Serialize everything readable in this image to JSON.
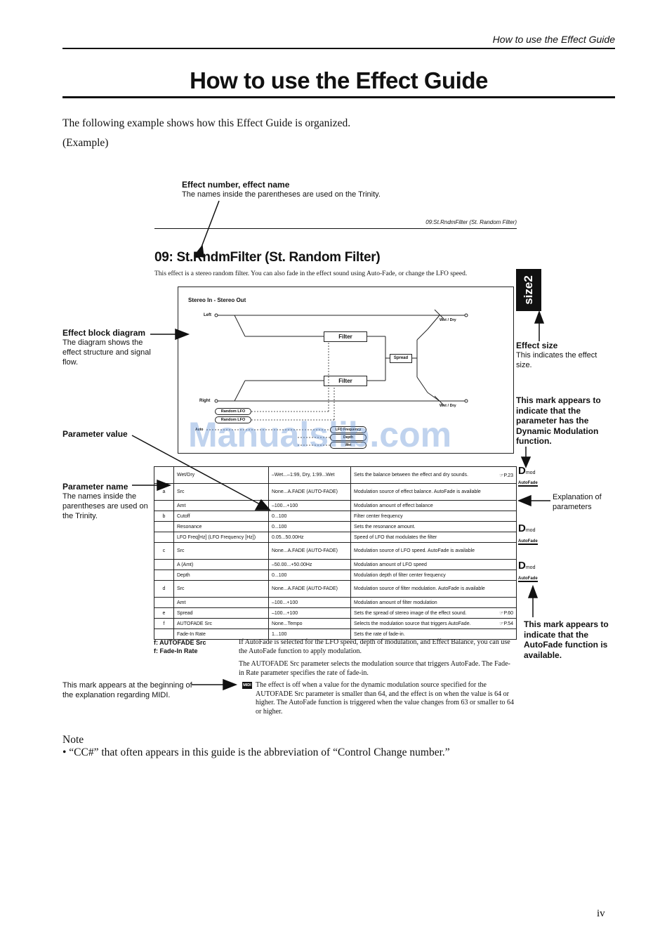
{
  "header": {
    "running_title": "How to use the Effect Guide",
    "page_title": "How to use the Effect Guide"
  },
  "intro": {
    "text": "The following example shows how this Effect Guide is organized.",
    "example_label": "(Example)"
  },
  "callouts": {
    "effect_name": {
      "title": "Effect number, effect name",
      "text": "The names inside the parentheses are used on the Trinity."
    },
    "block_diagram": {
      "title": "Effect block diagram",
      "lines": [
        "The diagram shows the",
        "effect structure and signal",
        "flow."
      ]
    },
    "parameter_value": {
      "title": "Parameter value"
    },
    "parameter_name": {
      "title": "Parameter name",
      "lines": [
        "The names inside the",
        "parentheses are used on",
        "the Trinity."
      ]
    },
    "effect_size": {
      "title": "Effect size",
      "lines": [
        "This indicates the effect",
        "size."
      ]
    },
    "dmod": {
      "lines": [
        "This mark appears to",
        "indicate that the",
        "parameter has the",
        "Dynamic Modulation",
        "function."
      ]
    },
    "explanation": {
      "lines": [
        "Explanation of",
        "parameters"
      ]
    },
    "autofade": {
      "lines": [
        "This mark appears to",
        "indicate that the",
        "AutoFade function is",
        "available."
      ]
    },
    "midi": {
      "lines": [
        "This mark appears at the beginning of",
        "the explanation regarding MIDI."
      ]
    }
  },
  "example": {
    "mini_header": "09:St.RndmFilter (St. Random Filter)",
    "effect_title": "09: St.RndmFilter (St. Random Filter)",
    "effect_desc": "This effect is a stereo random filter. You can also fade in the effect sound using Auto-Fade, or change the LFO speed.",
    "size_badge": "size2",
    "diagram": {
      "io_label": "Stereo In - Stereo Out",
      "left": "Left",
      "right": "Right",
      "filter": "Filter",
      "spread": "Spread",
      "wet_dry": "Wet / Dry",
      "random_lfo": "Random LFO",
      "auto": "Auto",
      "lfo_frequency": "LFO Frequency",
      "depth": "Depth",
      "wet": "Wet"
    },
    "table": {
      "rows": [
        {
          "group": "",
          "name": "Wet/Dry",
          "value": "–Wet...–1:99, Dry, 1:99...Wet",
          "explanation": "Sets the balance between the effect and dry sounds.",
          "ref": "☞P.23"
        },
        {
          "group": "a",
          "name": "Src",
          "value": "None...A.FADE (AUTO-FADE)",
          "explanation": "Modulation source of effect balance. AutoFade is available",
          "ref": ""
        },
        {
          "group": "",
          "name": "Amt",
          "value": "–100...+100",
          "explanation": "Modulation amount of effect balance",
          "ref": ""
        },
        {
          "group": "b",
          "name": "Cutoff",
          "value": "0...100",
          "explanation": "Filter center frequency",
          "ref": ""
        },
        {
          "group": "",
          "name": "Resonance",
          "value": "0...100",
          "explanation": "Sets the resonance amount.",
          "ref": ""
        },
        {
          "group": "",
          "name": "LFO Freq[Hz] (LFO Frequency [Hz])",
          "value": "0.05...50.00Hz",
          "explanation": "Speed of LFO that modulates the filter",
          "ref": ""
        },
        {
          "group": "c",
          "name": "Src",
          "value": "None...A.FADE (AUTO-FADE)",
          "explanation": "Modulation source of LFO speed. AutoFade is available",
          "ref": ""
        },
        {
          "group": "",
          "name": "A (Amt)",
          "value": "–50.00...+50.00Hz",
          "explanation": "Modulation amount of LFO speed",
          "ref": ""
        },
        {
          "group": "",
          "name": "Depth",
          "value": "0...100",
          "explanation": "Modulation depth of filter center frequency",
          "ref": ""
        },
        {
          "group": "d",
          "name": "Src",
          "value": "None...A.FADE (AUTO-FADE)",
          "explanation": "Modulation source of filter modulation. AutoFade is available",
          "ref": ""
        },
        {
          "group": "",
          "name": "Amt",
          "value": "–100...+100",
          "explanation": "Modulation amount of filter modulation",
          "ref": ""
        },
        {
          "group": "e",
          "name": "Spread",
          "value": "–100...+100",
          "explanation": "Sets the spread of stereo image of the effect sound.",
          "ref": "☞P.60"
        },
        {
          "group": "f",
          "name": "AUTOFADE Src",
          "value": "None...Tempo",
          "explanation": "Selects the modulation source that triggers AutoFade.",
          "ref": "☞P.54"
        },
        {
          "group": "",
          "name": "Fade-In Rate",
          "value": "1...100",
          "explanation": "Sets the rate of fade-in.",
          "ref": ""
        }
      ]
    },
    "f_labels": [
      "f: AUTOFADE Src",
      "f: Fade-In Rate"
    ],
    "autofade_paragraphs": [
      "If AutoFade is selected for the LFO speed, depth of modulation, and Effect Balance, you can use the AutoFade function to apply modulation.",
      "The AUTOFADE Src parameter selects the modulation source that triggers AutoFade. The Fade-in Rate parameter specifies the rate of fade-in."
    ],
    "midi_icon": "MIDI",
    "midi_text": "The effect is off when a value for the dynamic modulation source specified for the AUTOFADE Src parameter is smaller than 64, and the effect is on when the value is 64 or higher. The AutoFade function is triggered when the value changes from 63 or smaller to 64 or higher.",
    "dmod_mark": "D",
    "dmod_small": "mod",
    "autofade_mark": "AutoFade"
  },
  "note": {
    "label": "Note",
    "text": "•  “CC#” that often appears in this guide is the abbreviation of “Control Change number.”"
  },
  "page_number": "iv",
  "watermark": "Manualslib.com"
}
